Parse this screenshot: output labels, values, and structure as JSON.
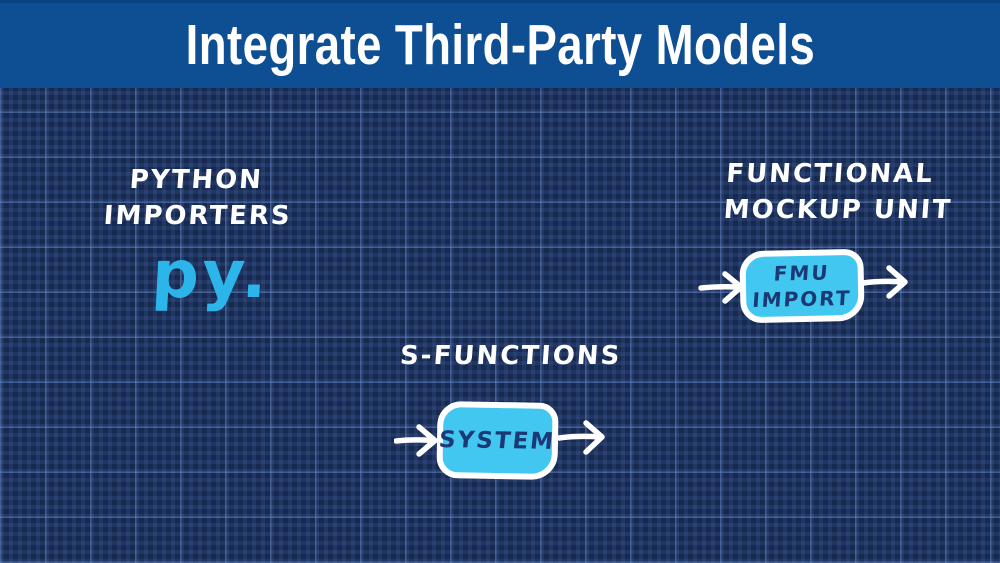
{
  "title": "Integrate Third-Party Models",
  "colors": {
    "banner_bg": "#0e4f93",
    "canvas_bg": "#16294f",
    "grid_minor_line": "#2a4376",
    "grid_major_line": "#3b5a9a",
    "label_text": "#ffffff",
    "block_fill": "#41c7f0",
    "block_outline": "#ffffff",
    "block_text": "#1b3a75",
    "python_logo": "#2cb5ea",
    "arrow": "#ffffff"
  },
  "python_importers": {
    "label_line1": "PYTHON",
    "label_line2": "IMPORTERS",
    "logo": "py."
  },
  "fmu": {
    "label_line1": "FUNCTIONAL",
    "label_line2": "MOCKUP UNIT",
    "block_line1": "FMU",
    "block_line2": "IMPORT"
  },
  "s_functions": {
    "label": "S-FUNCTIONS",
    "block_label": "SYSTEM"
  }
}
